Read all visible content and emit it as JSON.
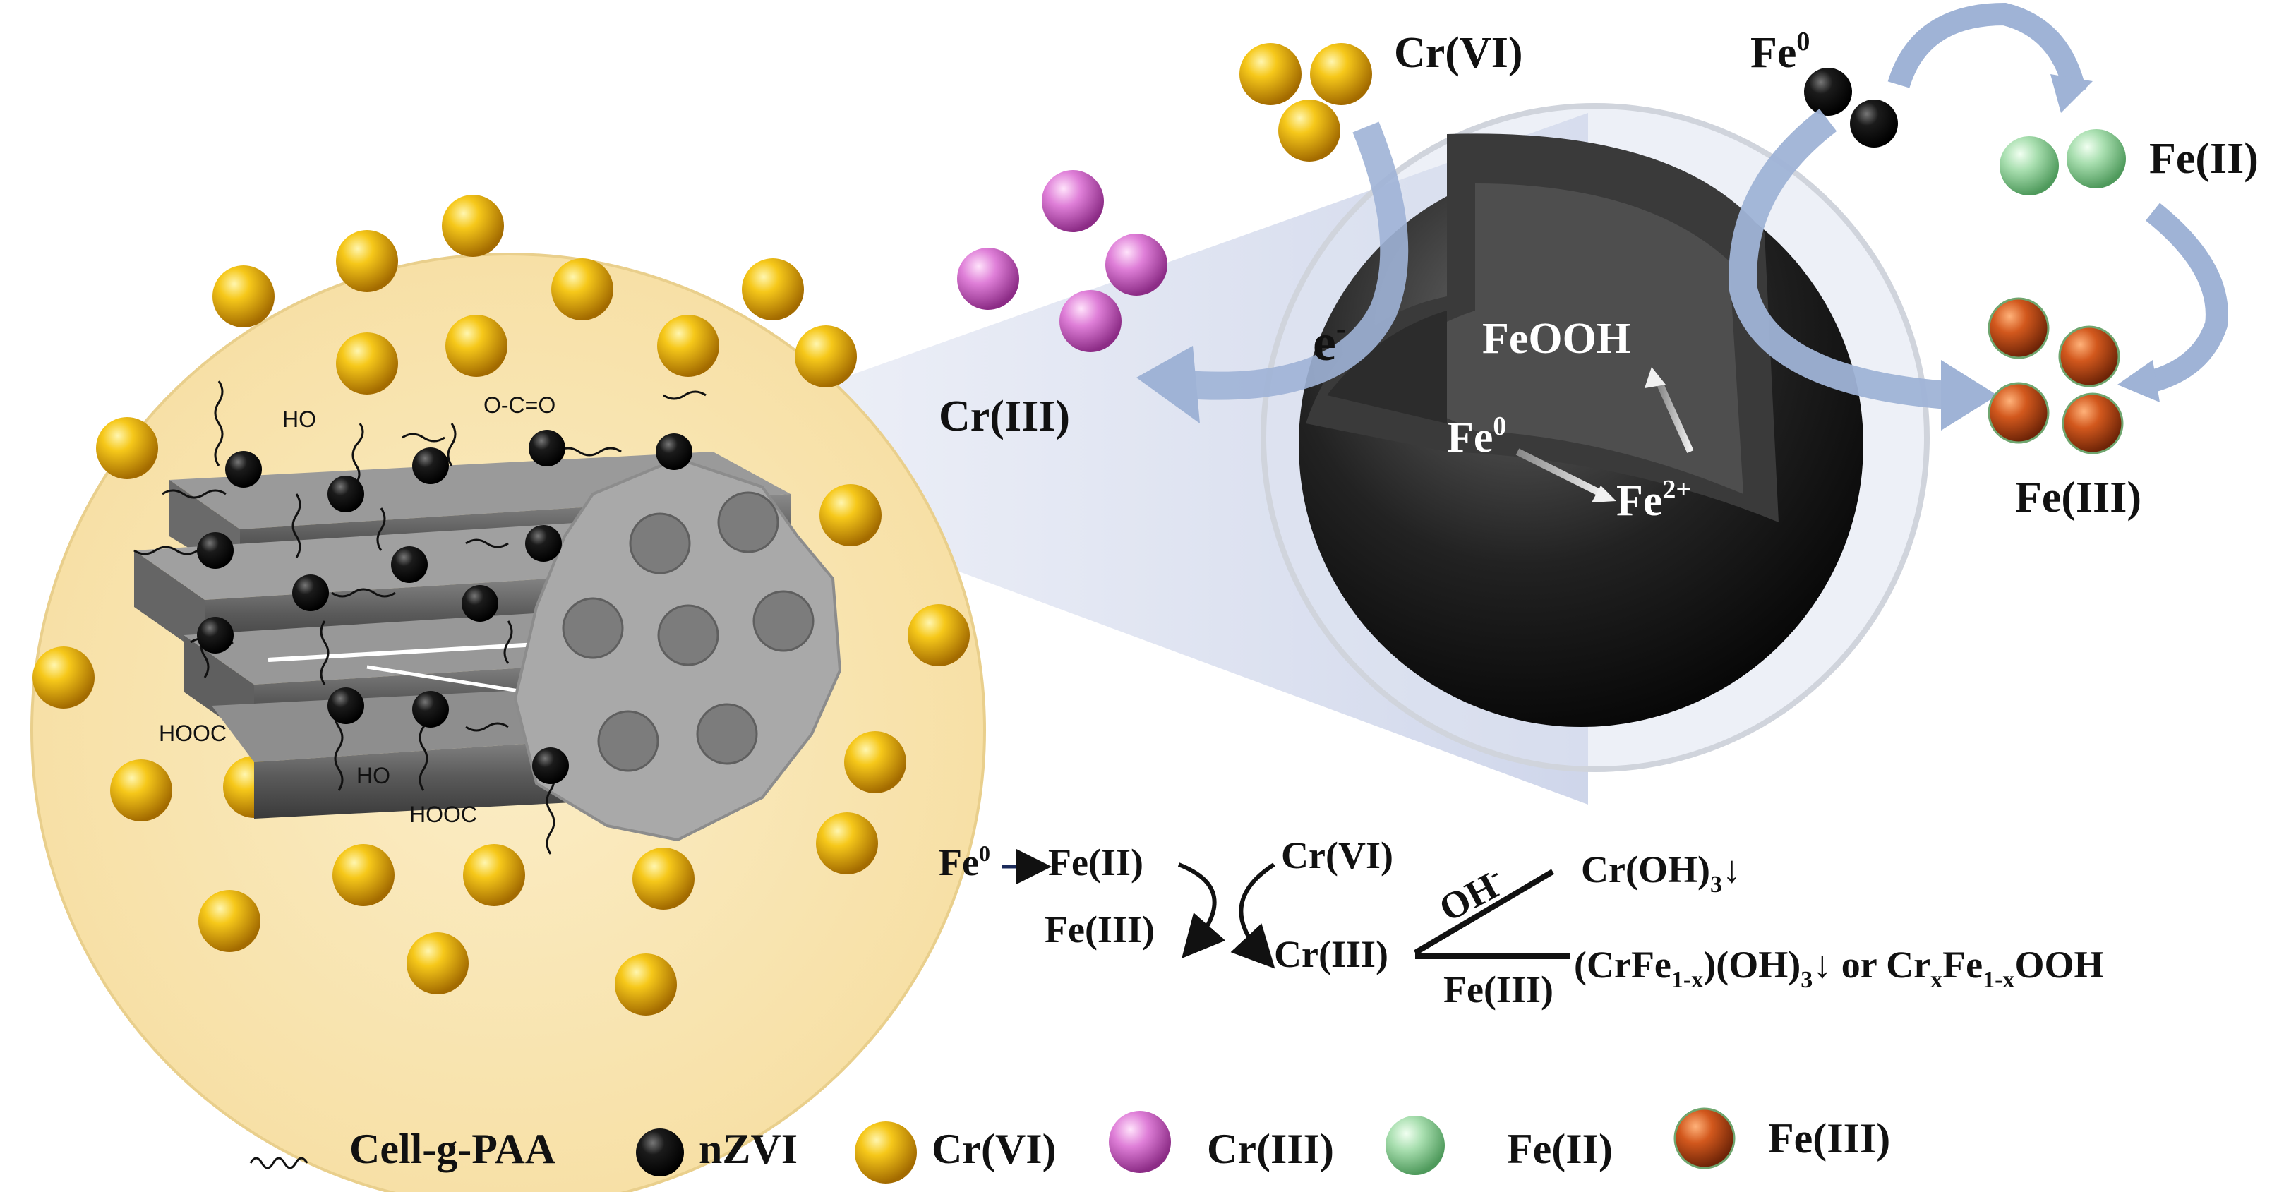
{
  "labels": {
    "cr6_top": "Cr(VI)",
    "fe0_top": "Fe",
    "fe0_top_sup": "0",
    "fe2_top": "Fe(II)",
    "cr3_left": "Cr(III)",
    "fe3_right": "Fe(III)",
    "electron": "e",
    "electron_sup": "-",
    "feooh": "FeOOH",
    "fe0_core": "Fe",
    "fe0_core_sup": "0",
    "fe2plus": "Fe",
    "fe2plus_sup": "2+"
  },
  "rod_labels": {
    "ho_top": "HO",
    "ester": "O-C=O",
    "hooc_left": "HOOC",
    "ho_bottom": "HO",
    "hooc_bottom": "HOOC"
  },
  "reaction": {
    "fe0": "Fe",
    "fe0_sup": "0",
    "fe2": "Fe(II)",
    "fe3": "Fe(III)",
    "cr6": "Cr(VI)",
    "cr3": "Cr(III)",
    "oh": "OH",
    "oh_sup": "-",
    "croh3": "Cr(OH)",
    "croh3_sub": "3",
    "croh3_tail": "↓",
    "fe3_condition": "Fe(III)",
    "product_a": "(CrFe",
    "product_a_sub": "1-x",
    "product_b": ")(OH)",
    "product_b_sub": "3",
    "product_c": "↓ or Cr",
    "product_c_sub": "x",
    "product_d": "Fe",
    "product_d_sub": "1-x",
    "product_e": "OOH"
  },
  "legend": [
    {
      "icon": "wavy-line",
      "label": "Cell-g-PAA"
    },
    {
      "icon": "black-sphere",
      "label": "nZVI"
    },
    {
      "icon": "yellow-sphere",
      "label": "Cr(VI)"
    },
    {
      "icon": "pink-sphere",
      "label": "Cr(III)"
    },
    {
      "icon": "green-sphere",
      "label": "Fe(II)"
    },
    {
      "icon": "orange-sphere",
      "label": "Fe(III)"
    }
  ],
  "colors": {
    "cr6": "#f2b705",
    "cr3": "#d96fd0",
    "fe2": "#8fd19a",
    "fe3": "#c8531b",
    "nzvi": "#111111",
    "arrow": "#9fb3d6",
    "circle_bg": "#fae8b8"
  }
}
